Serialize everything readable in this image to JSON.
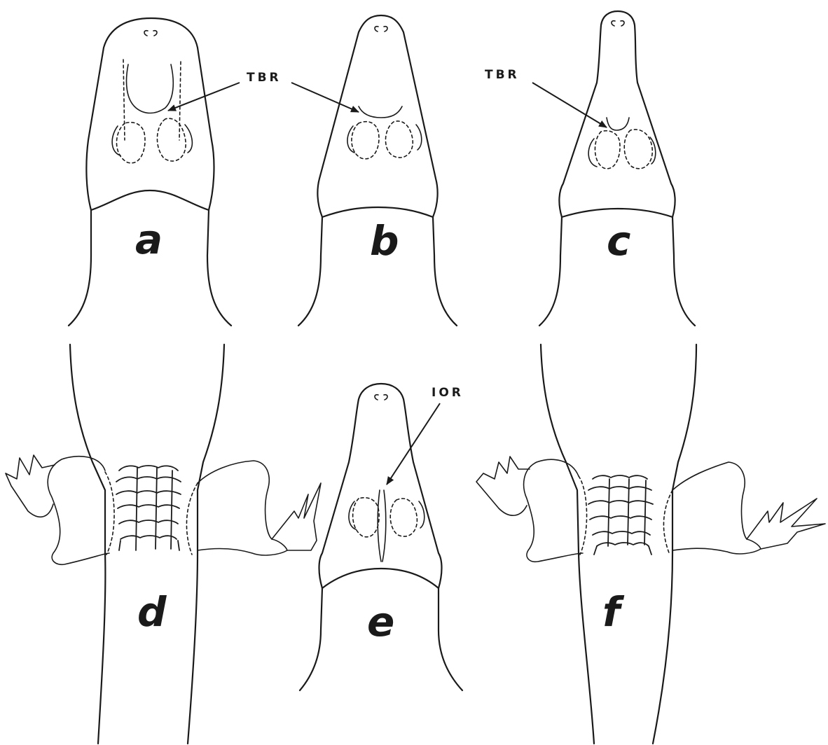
{
  "figure": {
    "panels": [
      {
        "id": "a",
        "label": "a"
      },
      {
        "id": "b",
        "label": "b"
      },
      {
        "id": "c",
        "label": "c"
      },
      {
        "id": "d",
        "label": "d"
      },
      {
        "id": "e",
        "label": "e"
      },
      {
        "id": "f",
        "label": "f"
      }
    ],
    "annotations": {
      "tbr_ab": "TBR",
      "tbr_c": "TBR",
      "ior_e": "IOR"
    }
  }
}
